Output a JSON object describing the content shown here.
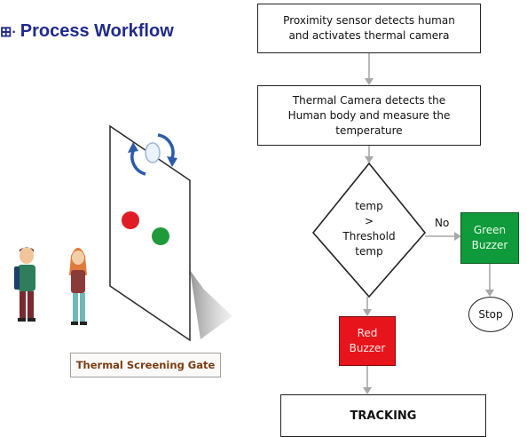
{
  "header": {
    "glyph": "⊞·",
    "title": "Process Workflow"
  },
  "flowchart": {
    "step1": "Proximity sensor detects human\nand activates thermal camera",
    "step2": "Thermal Camera detects the\nHuman body and measure the\ntemperature",
    "decision": "temp\n>\nThreshold\ntemp",
    "no_label": "No",
    "green_buzzer": "Green\nBuzzer",
    "red_buzzer": "Red\nBuzzer",
    "stop": "Stop",
    "tracking": "TRACKING"
  },
  "illustration": {
    "caption": "Thermal Screening Gate"
  },
  "colors": {
    "title": "#1f2a8c",
    "green_buzzer": "#0f9a3c",
    "red_buzzer": "#e8141b",
    "arrow": "#a8a8a8",
    "caption_text": "#7a3d14"
  },
  "icons": [
    "rotate-arrows-icon",
    "red-light-icon",
    "green-light-icon",
    "person-male-icon",
    "person-female-icon"
  ]
}
